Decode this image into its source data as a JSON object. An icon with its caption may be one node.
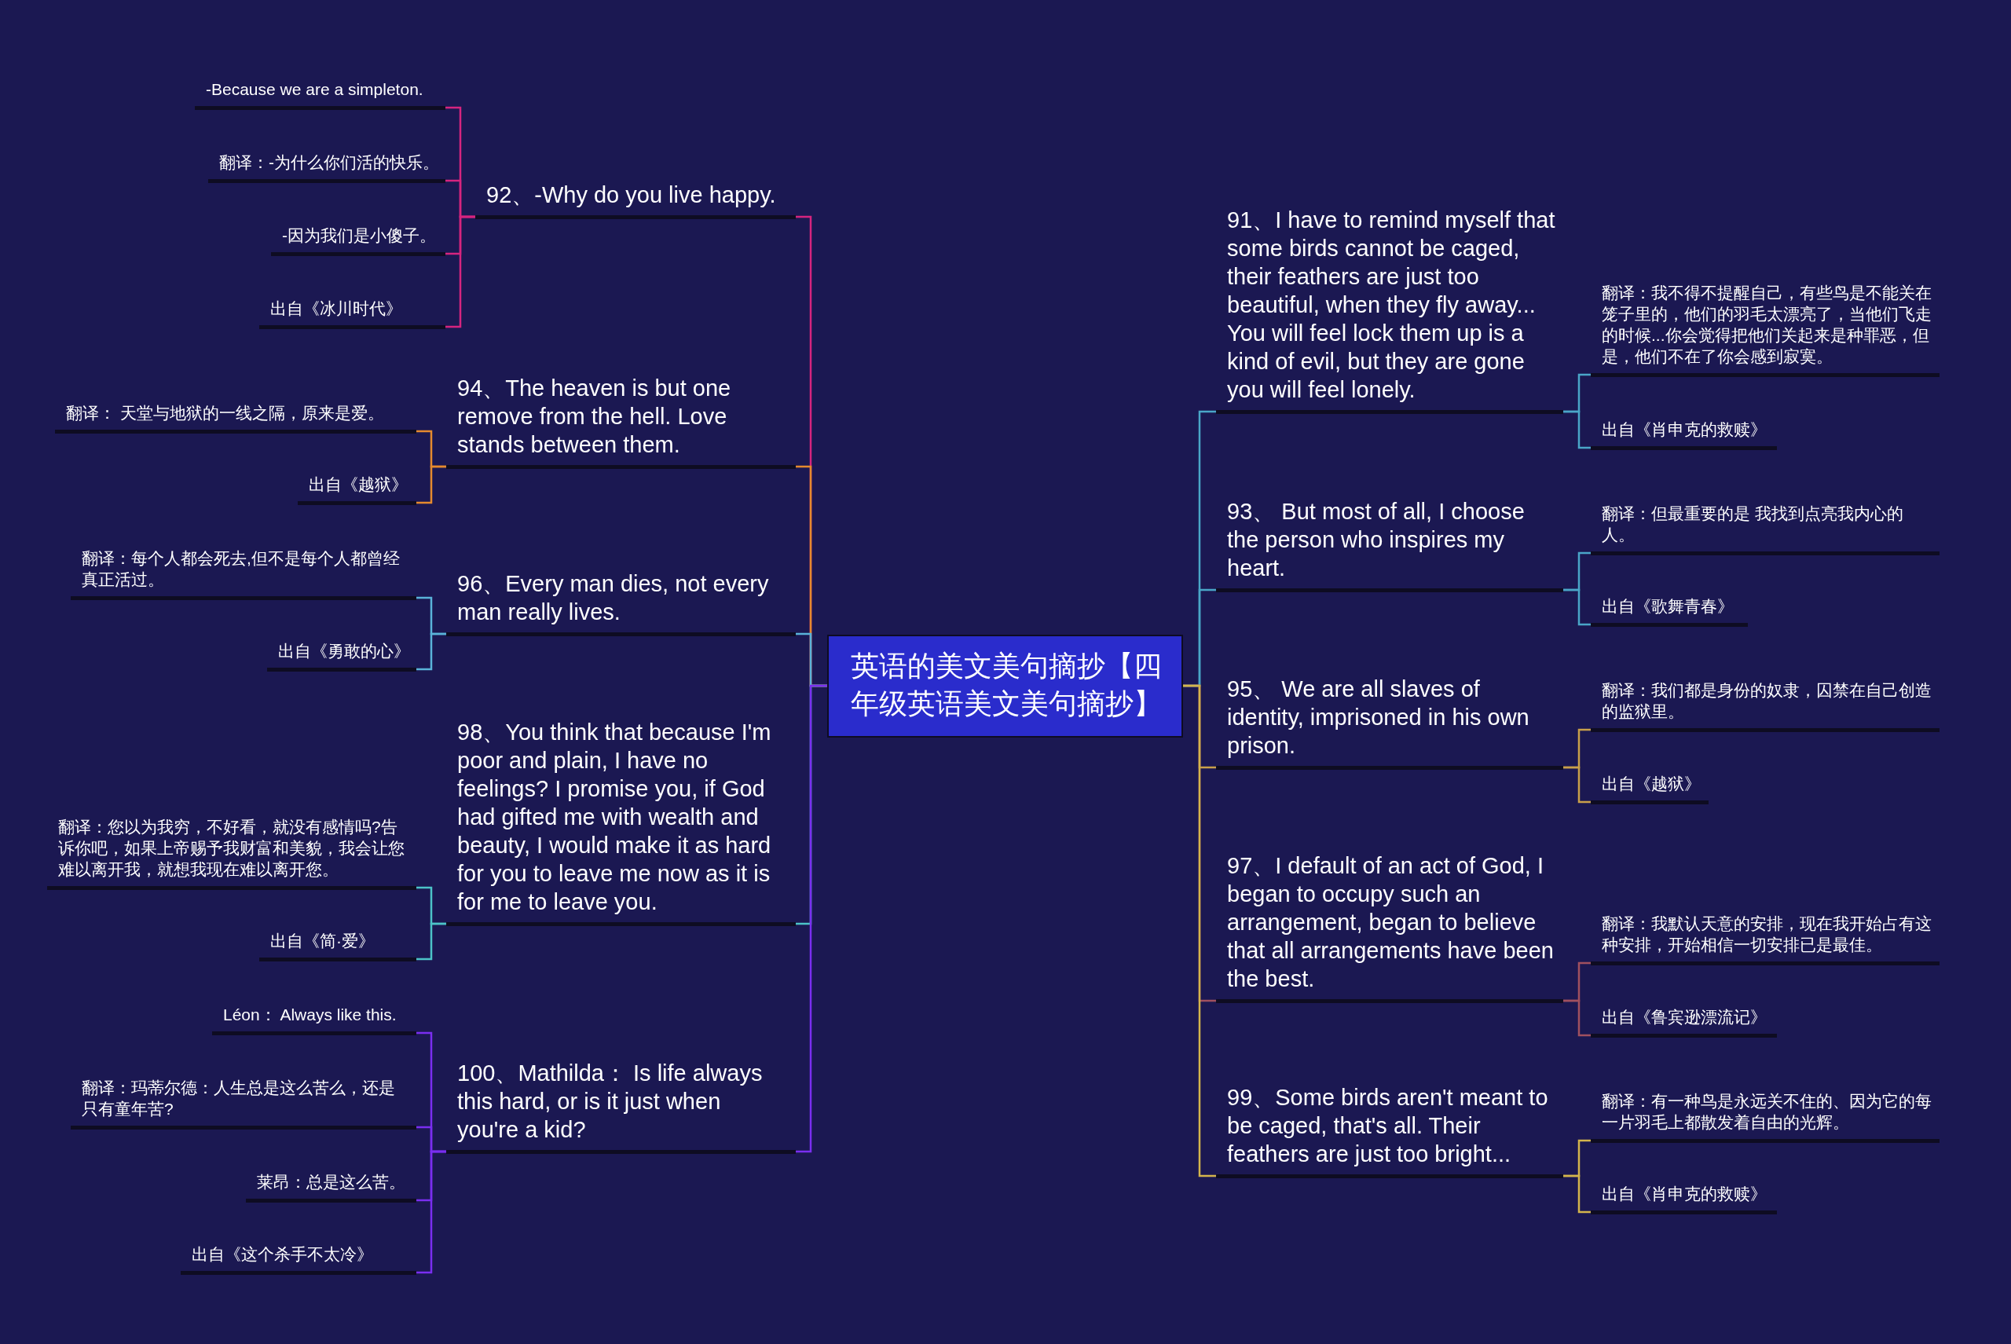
{
  "diagram": {
    "nodes": [
      {
        "text": [
          "英语的美文美句摘抄【四年级英语美文美句摘抄】"
        ]
      },
      {
        "text": [
          "92、-Why do you live happy."
        ]
      },
      {
        "text": [
          "-Because we are a simpleton."
        ]
      },
      {
        "text": [
          "翻译：-为什么你们活的快乐。"
        ]
      },
      {
        "text": [
          "-因为我们是小傻子。"
        ]
      },
      {
        "text": [
          "出自《冰川时代》"
        ]
      },
      {
        "text": [
          "94、The heaven is but one remove from the hell. Love stands between them."
        ]
      },
      {
        "text": [
          "翻译： 天堂与地狱的一线之隔，原来是爱。"
        ]
      },
      {
        "text": [
          "出自《越狱》"
        ]
      },
      {
        "text": [
          "96、Every man dies, not every man really lives."
        ]
      },
      {
        "text": [
          "翻译：每个人都会死去,但不是每个人都曾经真正活过。"
        ]
      },
      {
        "text": [
          "出自《勇敢的心》"
        ]
      },
      {
        "text": [
          "98、You think that because I'm poor and plain, I have no feelings? I promise you, if God had gifted me with wealth and beauty, I would make it as hard for you to leave me now as it is for me to leave you."
        ]
      },
      {
        "text": [
          "翻译：您以为我穷，不好看，就没有感情吗?告诉你吧，如果上帝赐予我财富和美貌，我会让您难以离开我，就想我现在难以离开您。"
        ]
      },
      {
        "text": [
          "出自《简·爱》"
        ]
      },
      {
        "text": [
          "100、Mathilda： Is life always this hard, or is it just when you're a kid?"
        ]
      },
      {
        "text": [
          "Léon： Always like this."
        ]
      },
      {
        "text": [
          "翻译：玛蒂尔德：人生总是这么苦么，还是只有童年苦?"
        ]
      },
      {
        "text": [
          "莱昂：总是这么苦。"
        ]
      },
      {
        "text": [
          "出自《这个杀手不太冷》"
        ]
      },
      {
        "text": [
          "91、I have to remind myself that some birds cannot be caged, their feathers are just too beautiful, when they fly away... You will feel lock them up is a kind of evil, but they are gone you will feel lonely."
        ]
      },
      {
        "text": [
          "翻译：我不得不提醒自己，有些鸟是不能关在笼子里的，他们的羽毛太漂亮了，当他们飞走的时候...你会觉得把他们关起来是种罪恶，但是，他们不在了你会感到寂寞。"
        ]
      },
      {
        "text": [
          "出自《肖申克的救赎》"
        ]
      },
      {
        "text": [
          "93、 But most of all, I choose the person who inspires my heart."
        ]
      },
      {
        "text": [
          "翻译：但最重要的是 我找到点亮我内心的人。"
        ]
      },
      {
        "text": [
          "出自《歌舞青春》"
        ]
      },
      {
        "text": [
          "95、 We are all slaves of identity, imprisoned in his own prison."
        ]
      },
      {
        "text": [
          "翻译：我们都是身份的奴隶，囚禁在自己创造的监狱里。"
        ]
      },
      {
        "text": [
          "出自《越狱》"
        ]
      },
      {
        "text": [
          "97、I default of an act of God, I began to occupy such an arrangement, began to believe that all arrangements have been the best."
        ]
      },
      {
        "text": [
          "翻译：我默认天意的安排，现在我开始占有这种安排，开始相信一切安排已是最佳。"
        ]
      },
      {
        "text": [
          "出自《鲁宾逊漂流记》"
        ]
      },
      {
        "text": [
          "99、Some birds aren't meant to be caged, that's all. Their feathers are just too bright..."
        ]
      },
      {
        "text": [
          "翻译：有一种鸟是永远关不住的、因为它的每一片羽毛上都散发着自由的光辉。"
        ]
      },
      {
        "text": [
          "出自《肖申克的救赎》"
        ]
      }
    ],
    "edges": [
      {
        "from": 0,
        "to": 1,
        "arrow": "none",
        "color": "#d6247f"
      },
      {
        "from": 1,
        "to": 2,
        "arrow": "none",
        "color": "#d6247f"
      },
      {
        "from": 1,
        "to": 3,
        "arrow": "none",
        "color": "#d6247f"
      },
      {
        "from": 1,
        "to": 4,
        "arrow": "none",
        "color": "#d6247f"
      },
      {
        "from": 1,
        "to": 5,
        "arrow": "none",
        "color": "#d6247f"
      },
      {
        "from": 0,
        "to": 6,
        "arrow": "none",
        "color": "#e58a2e"
      },
      {
        "from": 6,
        "to": 7,
        "arrow": "none",
        "color": "#e58a2e"
      },
      {
        "from": 6,
        "to": 8,
        "arrow": "none",
        "color": "#e58a2e"
      },
      {
        "from": 0,
        "to": 9,
        "arrow": "none",
        "color": "#5ab3d9"
      },
      {
        "from": 9,
        "to": 10,
        "arrow": "none",
        "color": "#5ab3d9"
      },
      {
        "from": 9,
        "to": 11,
        "arrow": "none",
        "color": "#5ab3d9"
      },
      {
        "from": 0,
        "to": 12,
        "arrow": "none",
        "color": "#4cc3c8"
      },
      {
        "from": 12,
        "to": 13,
        "arrow": "none",
        "color": "#4cc3c8"
      },
      {
        "from": 12,
        "to": 14,
        "arrow": "none",
        "color": "#4cc3c8"
      },
      {
        "from": 0,
        "to": 15,
        "arrow": "none",
        "color": "#7a2ef0"
      },
      {
        "from": 15,
        "to": 16,
        "arrow": "none",
        "color": "#7a2ef0"
      },
      {
        "from": 15,
        "to": 17,
        "arrow": "none",
        "color": "#7a2ef0"
      },
      {
        "from": 15,
        "to": 18,
        "arrow": "none",
        "color": "#7a2ef0"
      },
      {
        "from": 15,
        "to": 19,
        "arrow": "none",
        "color": "#7a2ef0"
      },
      {
        "from": 0,
        "to": 20,
        "arrow": "none",
        "color": "#4aa6c8"
      },
      {
        "from": 20,
        "to": 21,
        "arrow": "none",
        "color": "#4aa6c8"
      },
      {
        "from": 20,
        "to": 22,
        "arrow": "none",
        "color": "#4aa6c8"
      },
      {
        "from": 0,
        "to": 23,
        "arrow": "none",
        "color": "#4aa6c8"
      },
      {
        "from": 23,
        "to": 24,
        "arrow": "none",
        "color": "#4aa6c8"
      },
      {
        "from": 23,
        "to": 25,
        "arrow": "none",
        "color": "#4aa6c8"
      },
      {
        "from": 0,
        "to": 26,
        "arrow": "none",
        "color": "#c9a04a"
      },
      {
        "from": 26,
        "to": 27,
        "arrow": "none",
        "color": "#c9a04a"
      },
      {
        "from": 26,
        "to": 28,
        "arrow": "none",
        "color": "#c9a04a"
      },
      {
        "from": 0,
        "to": 29,
        "arrow": "none",
        "color": "#a0505f"
      },
      {
        "from": 29,
        "to": 30,
        "arrow": "none",
        "color": "#a0505f"
      },
      {
        "from": 29,
        "to": 31,
        "arrow": "none",
        "color": "#a0505f"
      },
      {
        "from": 0,
        "to": 32,
        "arrow": "none",
        "color": "#d4b54c"
      },
      {
        "from": 32,
        "to": 33,
        "arrow": "none",
        "color": "#d4b54c"
      },
      {
        "from": 32,
        "to": 34,
        "arrow": "none",
        "color": "#d4b54c"
      }
    ]
  }
}
